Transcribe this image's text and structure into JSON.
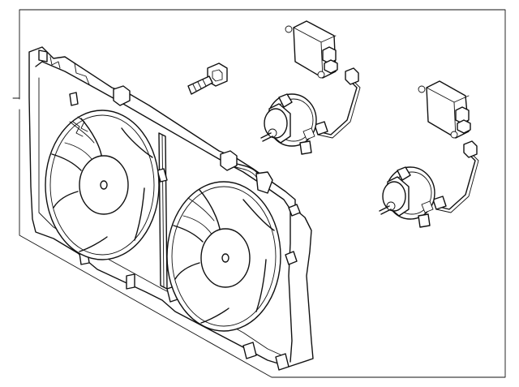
{
  "diagram": {
    "parts": [
      {
        "name": "fan-shroud"
      },
      {
        "name": "fan-blade-left"
      },
      {
        "name": "fan-blade-right"
      },
      {
        "name": "fan-motor-upper"
      },
      {
        "name": "fan-motor-lower"
      },
      {
        "name": "fan-control-module-upper"
      },
      {
        "name": "fan-control-module-lower"
      },
      {
        "name": "mounting-bolt"
      }
    ],
    "line_color": "#111111",
    "background_color": "#ffffff"
  }
}
